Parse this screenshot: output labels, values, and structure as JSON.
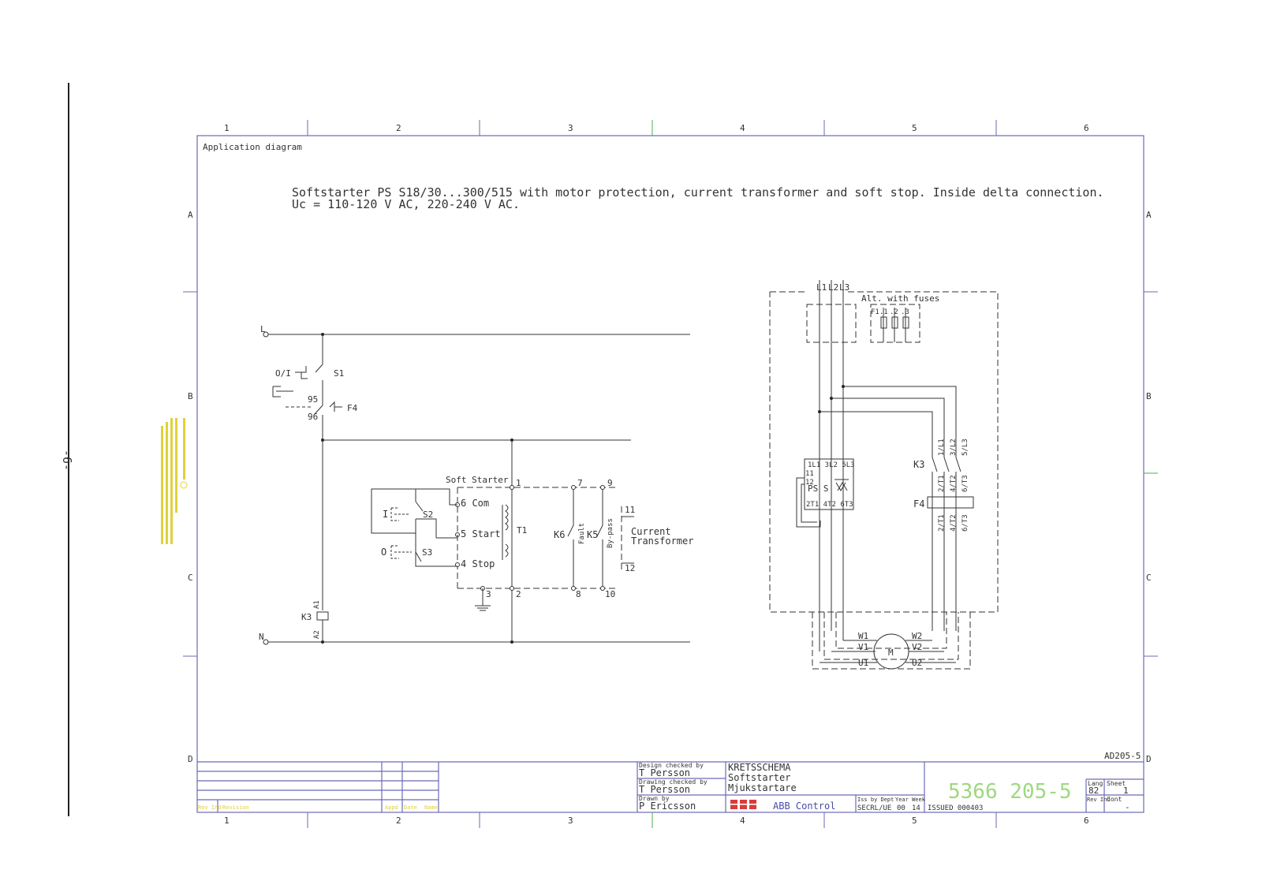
{
  "page_marker": "-6-",
  "frame": {
    "columns": [
      "1",
      "2",
      "3",
      "4",
      "5",
      "6"
    ],
    "rows": [
      "A",
      "B",
      "C",
      "D"
    ]
  },
  "header_label": "Application diagram",
  "title_line1": "Softstarter PS S18/30...300/515 with motor protection, current transformer and soft stop.  Inside delta connection.",
  "title_line2": "Uc = 110-120 V AC, 220-240 V AC.",
  "control": {
    "L": "L",
    "N": "N",
    "switch_label": "O/I",
    "S1": "S1",
    "F4": "F4",
    "c95": "95",
    "c96": "96",
    "K3": "K3",
    "A1": "A1",
    "A2": "A2",
    "soft_starter": "Soft Starter",
    "com": "6 Com",
    "start": "5 Start",
    "stop": "4 Stop",
    "S2": "S2",
    "S3": "S3",
    "I": "I",
    "O": "O",
    "T1": "T1",
    "K6": "K6",
    "K5": "K5",
    "fault": "Fault",
    "bypass": "By-pass",
    "current_transformer_1": "Current",
    "current_transformer_2": "Transformer",
    "t1": "1",
    "t2": "2",
    "t3": "3",
    "t7": "7",
    "t8": "8",
    "t9": "9",
    "t10": "10",
    "t11": "11",
    "t12": "12"
  },
  "power": {
    "L1": "L1",
    "L2": "L2",
    "L3": "L3",
    "alt_fuses": "Alt. with fuses",
    "fuse_labels": [
      "F1.1",
      ".2",
      ".3"
    ],
    "ps_top": "1L1 3L2 5L3",
    "ps_label": "PS S",
    "ps_bottom": "2T1 4T2 6T3",
    "ps_11": "11",
    "ps_12": "12",
    "K3": "K3",
    "F4": "F4",
    "k3_terms": [
      "1/L1",
      "3/L2",
      "5/L3"
    ],
    "mid_terms": [
      "2/T1",
      "4/T2",
      "6/T3"
    ],
    "low_terms": [
      "2/T1",
      "4/T2",
      "6/T3"
    ],
    "motor": "M",
    "W1": "W1",
    "W2": "W2",
    "V1": "V1",
    "V2": "V2",
    "U1": "U1",
    "U2": "U2"
  },
  "title_block": {
    "doc_ref": "AD205-5",
    "design_checked_label": "Design checked by",
    "design_checked": "T Persson",
    "drawing_checked_label": "Drawing checked by",
    "drawing_checked": "T Persson",
    "drawn_label": "Drawn by",
    "drawn": "P Ericsson",
    "doc_title_1": "KRETSSCHEMA",
    "doc_title_2": "Softstarter",
    "doc_title_3": "Mjukstartare",
    "company": "ABB Control",
    "iss_label": "Iss by Dept",
    "year_week_label": "Year Week",
    "dept": "SECRL/UE",
    "year": "00",
    "week": "14",
    "issued": "ISSUED 000403",
    "doc_number": "5366 205-5",
    "lang_label": "Lang",
    "sheet_label": "Sheet",
    "lang": "82",
    "sheet": "1",
    "rev_label": "Rev Ind",
    "cont_label": "Cont",
    "cont": "-",
    "rev_headers": [
      "Rev Ind",
      "Revision",
      "Appd",
      "Date",
      "Name"
    ]
  }
}
